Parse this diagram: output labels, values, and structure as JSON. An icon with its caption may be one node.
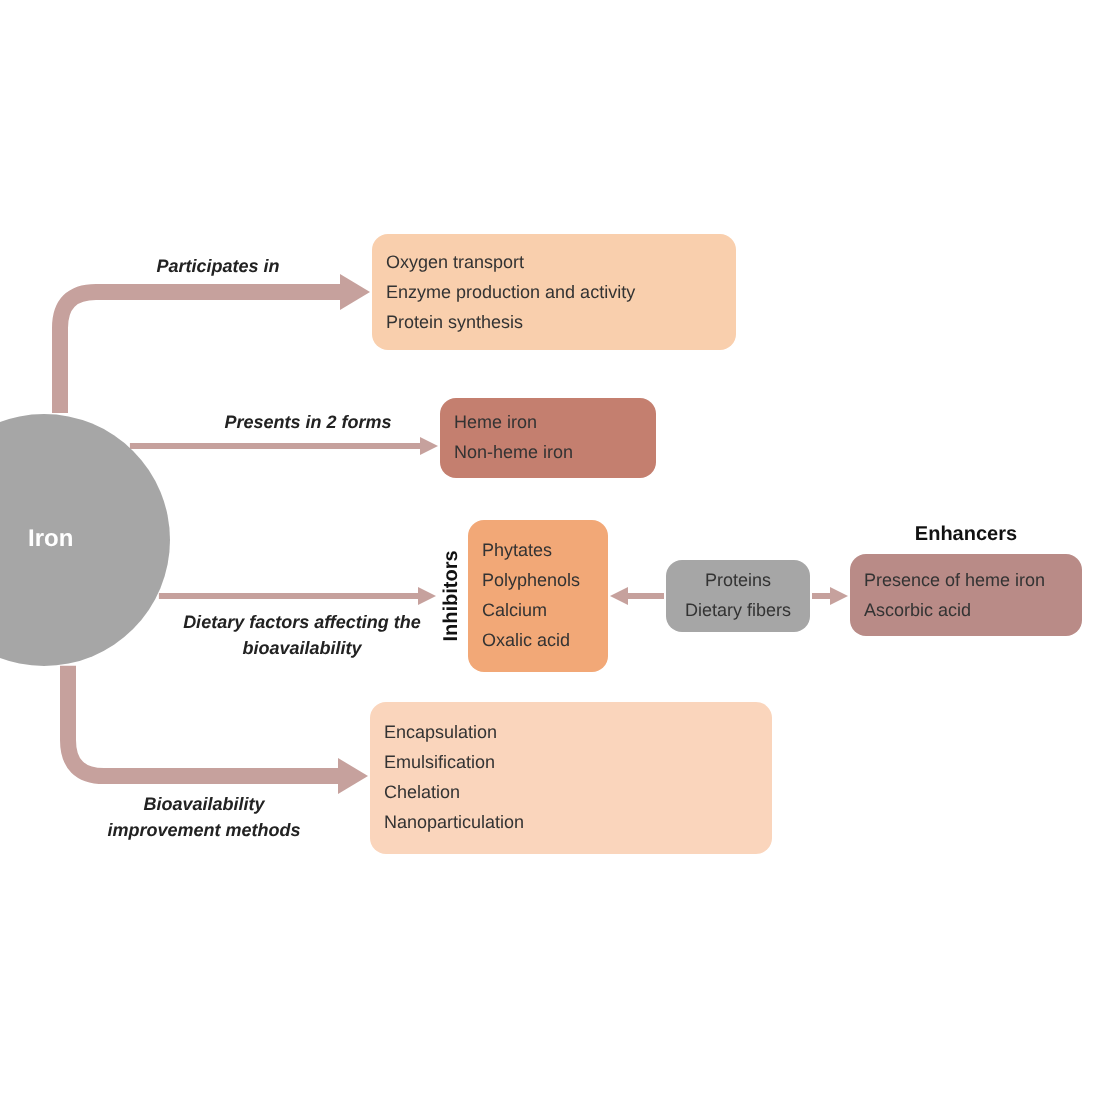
{
  "diagram": {
    "nodes": [
      {
        "text": [
          "Iron"
        ]
      },
      {
        "text": [
          "Oxygen transport",
          "Enzyme production and activity",
          "Protein synthesis"
        ]
      },
      {
        "text": [
          "Heme iron",
          "Non-heme iron"
        ]
      },
      {
        "text": [
          "Inhibitors",
          "Phytates",
          "Polyphenols",
          "Calcium",
          "Oxalic acid"
        ]
      },
      {
        "text": [
          "Proteins",
          "Dietary fibers"
        ]
      },
      {
        "text": [
          "Enhancers",
          "Presence of heme iron",
          "Ascorbic acid"
        ]
      },
      {
        "text": [
          "Encapsulation",
          "Emulsification",
          "Chelation",
          "Nanoparticulation"
        ]
      }
    ],
    "edges": [
      {
        "from": 0,
        "to": 1,
        "arrow": "to",
        "label": "Participates in",
        "style": "thick"
      },
      {
        "from": 0,
        "to": 2,
        "arrow": "to",
        "label": "Presents in 2 forms"
      },
      {
        "from": 0,
        "to": 3,
        "arrow": "to",
        "label": "Dietary factors affecting the bioavailability"
      },
      {
        "from": 4,
        "to": 3,
        "arrow": "to"
      },
      {
        "from": 4,
        "to": 5,
        "arrow": "to"
      },
      {
        "from": 0,
        "to": 6,
        "arrow": "to",
        "label": "Bioavailability improvement methods",
        "style": "thick"
      }
    ]
  }
}
